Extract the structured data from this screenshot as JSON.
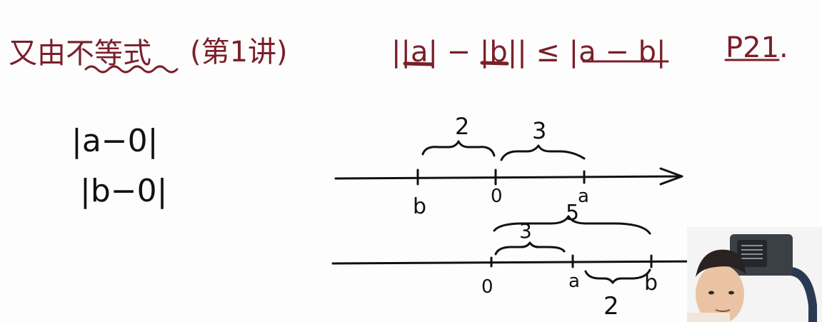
{
  "heading": {
    "title": "又由不等式",
    "section": "(第1讲)"
  },
  "formula": {
    "expression": "||a| − |b|| ≤ |a − b|",
    "page_ref": "P21."
  },
  "notes": {
    "line1": "|a−0|",
    "line2": "|b−0|"
  },
  "numberline_top": {
    "labels": [
      "b",
      "0",
      "a"
    ],
    "brace_left_value": "2",
    "brace_right_value": "3"
  },
  "numberline_bottom": {
    "labels": [
      "0",
      "a",
      "b"
    ],
    "brace_long_value": "5",
    "brace_short_value": "3",
    "brace_under_value": "2"
  },
  "colors": {
    "accent_ink": "#7a1f2a",
    "black_ink": "#111111",
    "board": "#fdfdfd"
  },
  "icons": {
    "webcam": "presenter-webcam-icon"
  }
}
